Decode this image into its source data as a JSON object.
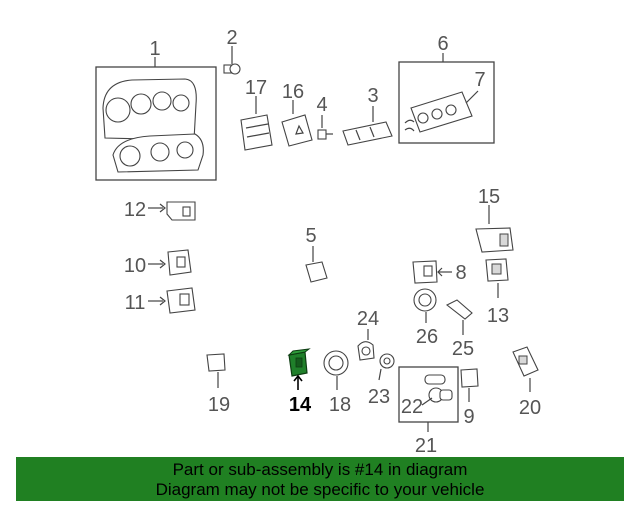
{
  "callouts": {
    "c1": "1",
    "c2": "2",
    "c3": "3",
    "c4": "4",
    "c5": "5",
    "c6": "6",
    "c7": "7",
    "c8": "8",
    "c9": "9",
    "c10": "10",
    "c11": "11",
    "c12": "12",
    "c13": "13",
    "c14": "14",
    "c15": "15",
    "c16": "16",
    "c17": "17",
    "c18": "18",
    "c19": "19",
    "c20": "20",
    "c21": "21",
    "c22": "22",
    "c23": "23",
    "c24": "24",
    "c25": "25",
    "c26": "26"
  },
  "highlight": {
    "part": "14",
    "color": "#1f7f2a"
  },
  "banner": {
    "line1": "Part or sub-assembly is #14 in diagram",
    "line2": "Diagram may not be specific to your vehicle",
    "color": "#208022"
  }
}
